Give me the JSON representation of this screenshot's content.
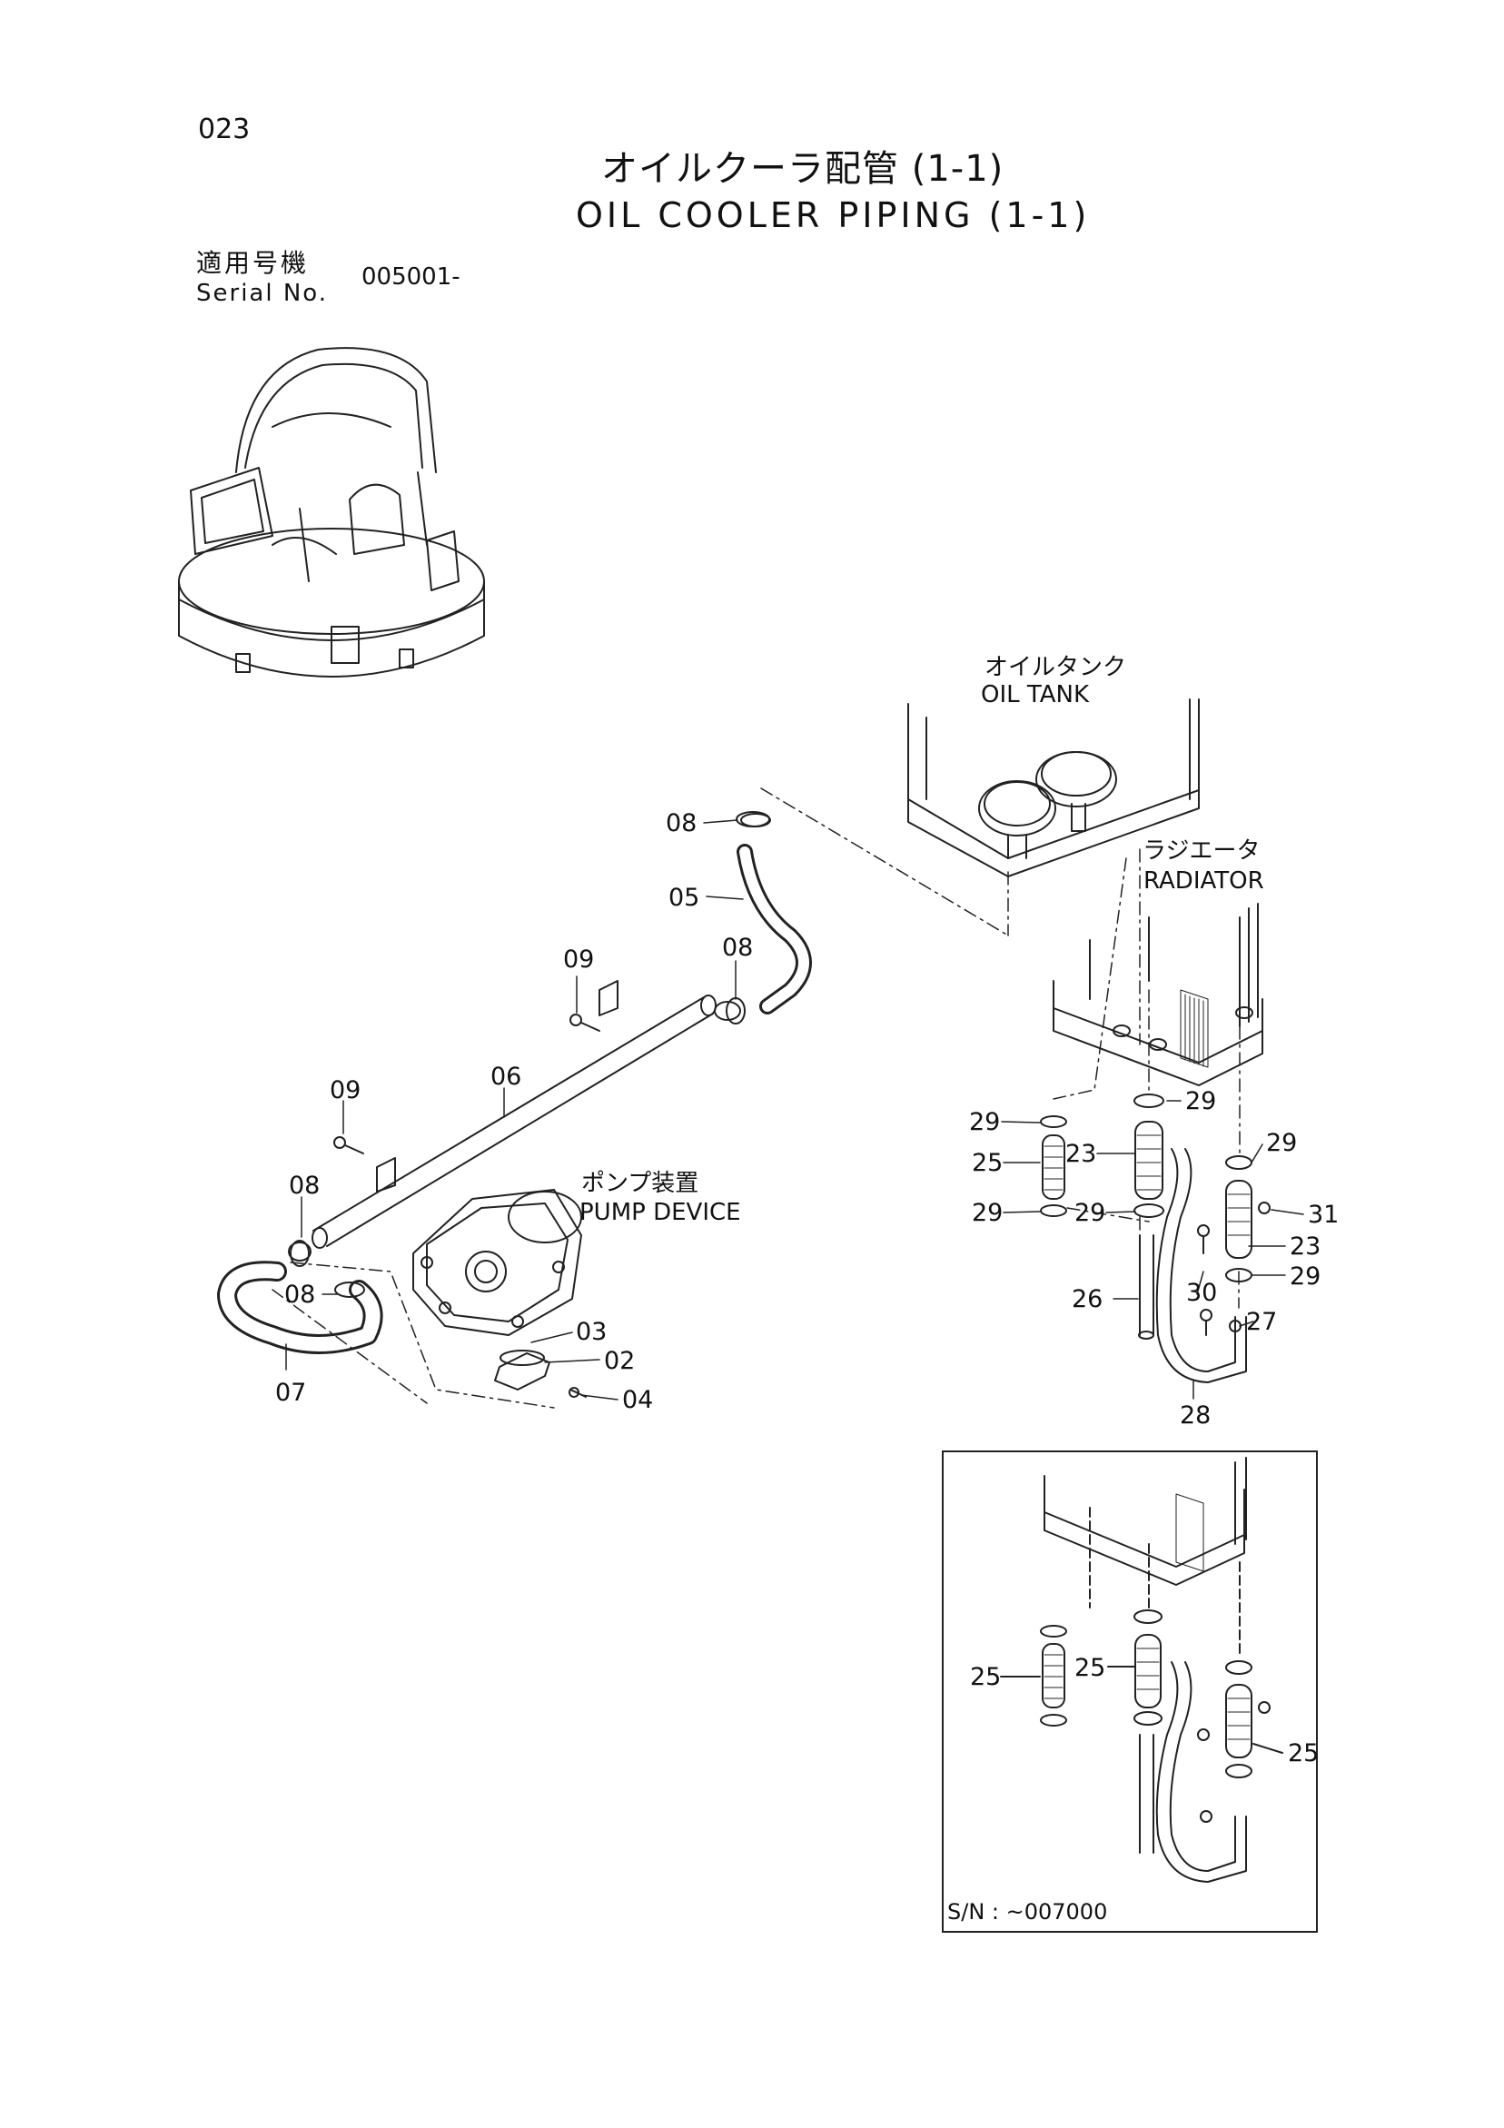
{
  "header": {
    "page_number": "023",
    "title_jp": "オイルクーラ配管 (1-1)",
    "title_en": "OIL COOLER PIPING (1-1)",
    "serial_label_jp": "適用号機",
    "serial_label_en": "Serial No.",
    "serial_value": "005001-"
  },
  "labels": {
    "oil_tank_jp": "オイルタンク",
    "oil_tank_en": "OIL TANK",
    "radiator_jp": "ラジエータ",
    "radiator_en": "RADIATOR",
    "pump_jp": "ポンプ装置",
    "pump_en": "PUMP DEVICE"
  },
  "callouts": {
    "c08_top": "08",
    "c05": "05",
    "c09_a": "09",
    "c08_mid": "08",
    "c06": "06",
    "c09_b": "09",
    "c08_left": "08",
    "c08_bot": "08",
    "c07": "07",
    "c03": "03",
    "c02": "02",
    "c04": "04",
    "c29_a": "29",
    "c29_b": "29",
    "c25": "25",
    "c23_a": "23",
    "c29_c": "29",
    "c29_d": "29",
    "c29_e": "29",
    "c31": "31",
    "c23_b": "23",
    "c29_f": "29",
    "c26": "26",
    "c30": "30",
    "c27": "27",
    "c28": "28"
  },
  "inset": {
    "c25_a": "25",
    "c25_b": "25",
    "c25_c": "25",
    "serial_note": "S/N : ~007000"
  }
}
